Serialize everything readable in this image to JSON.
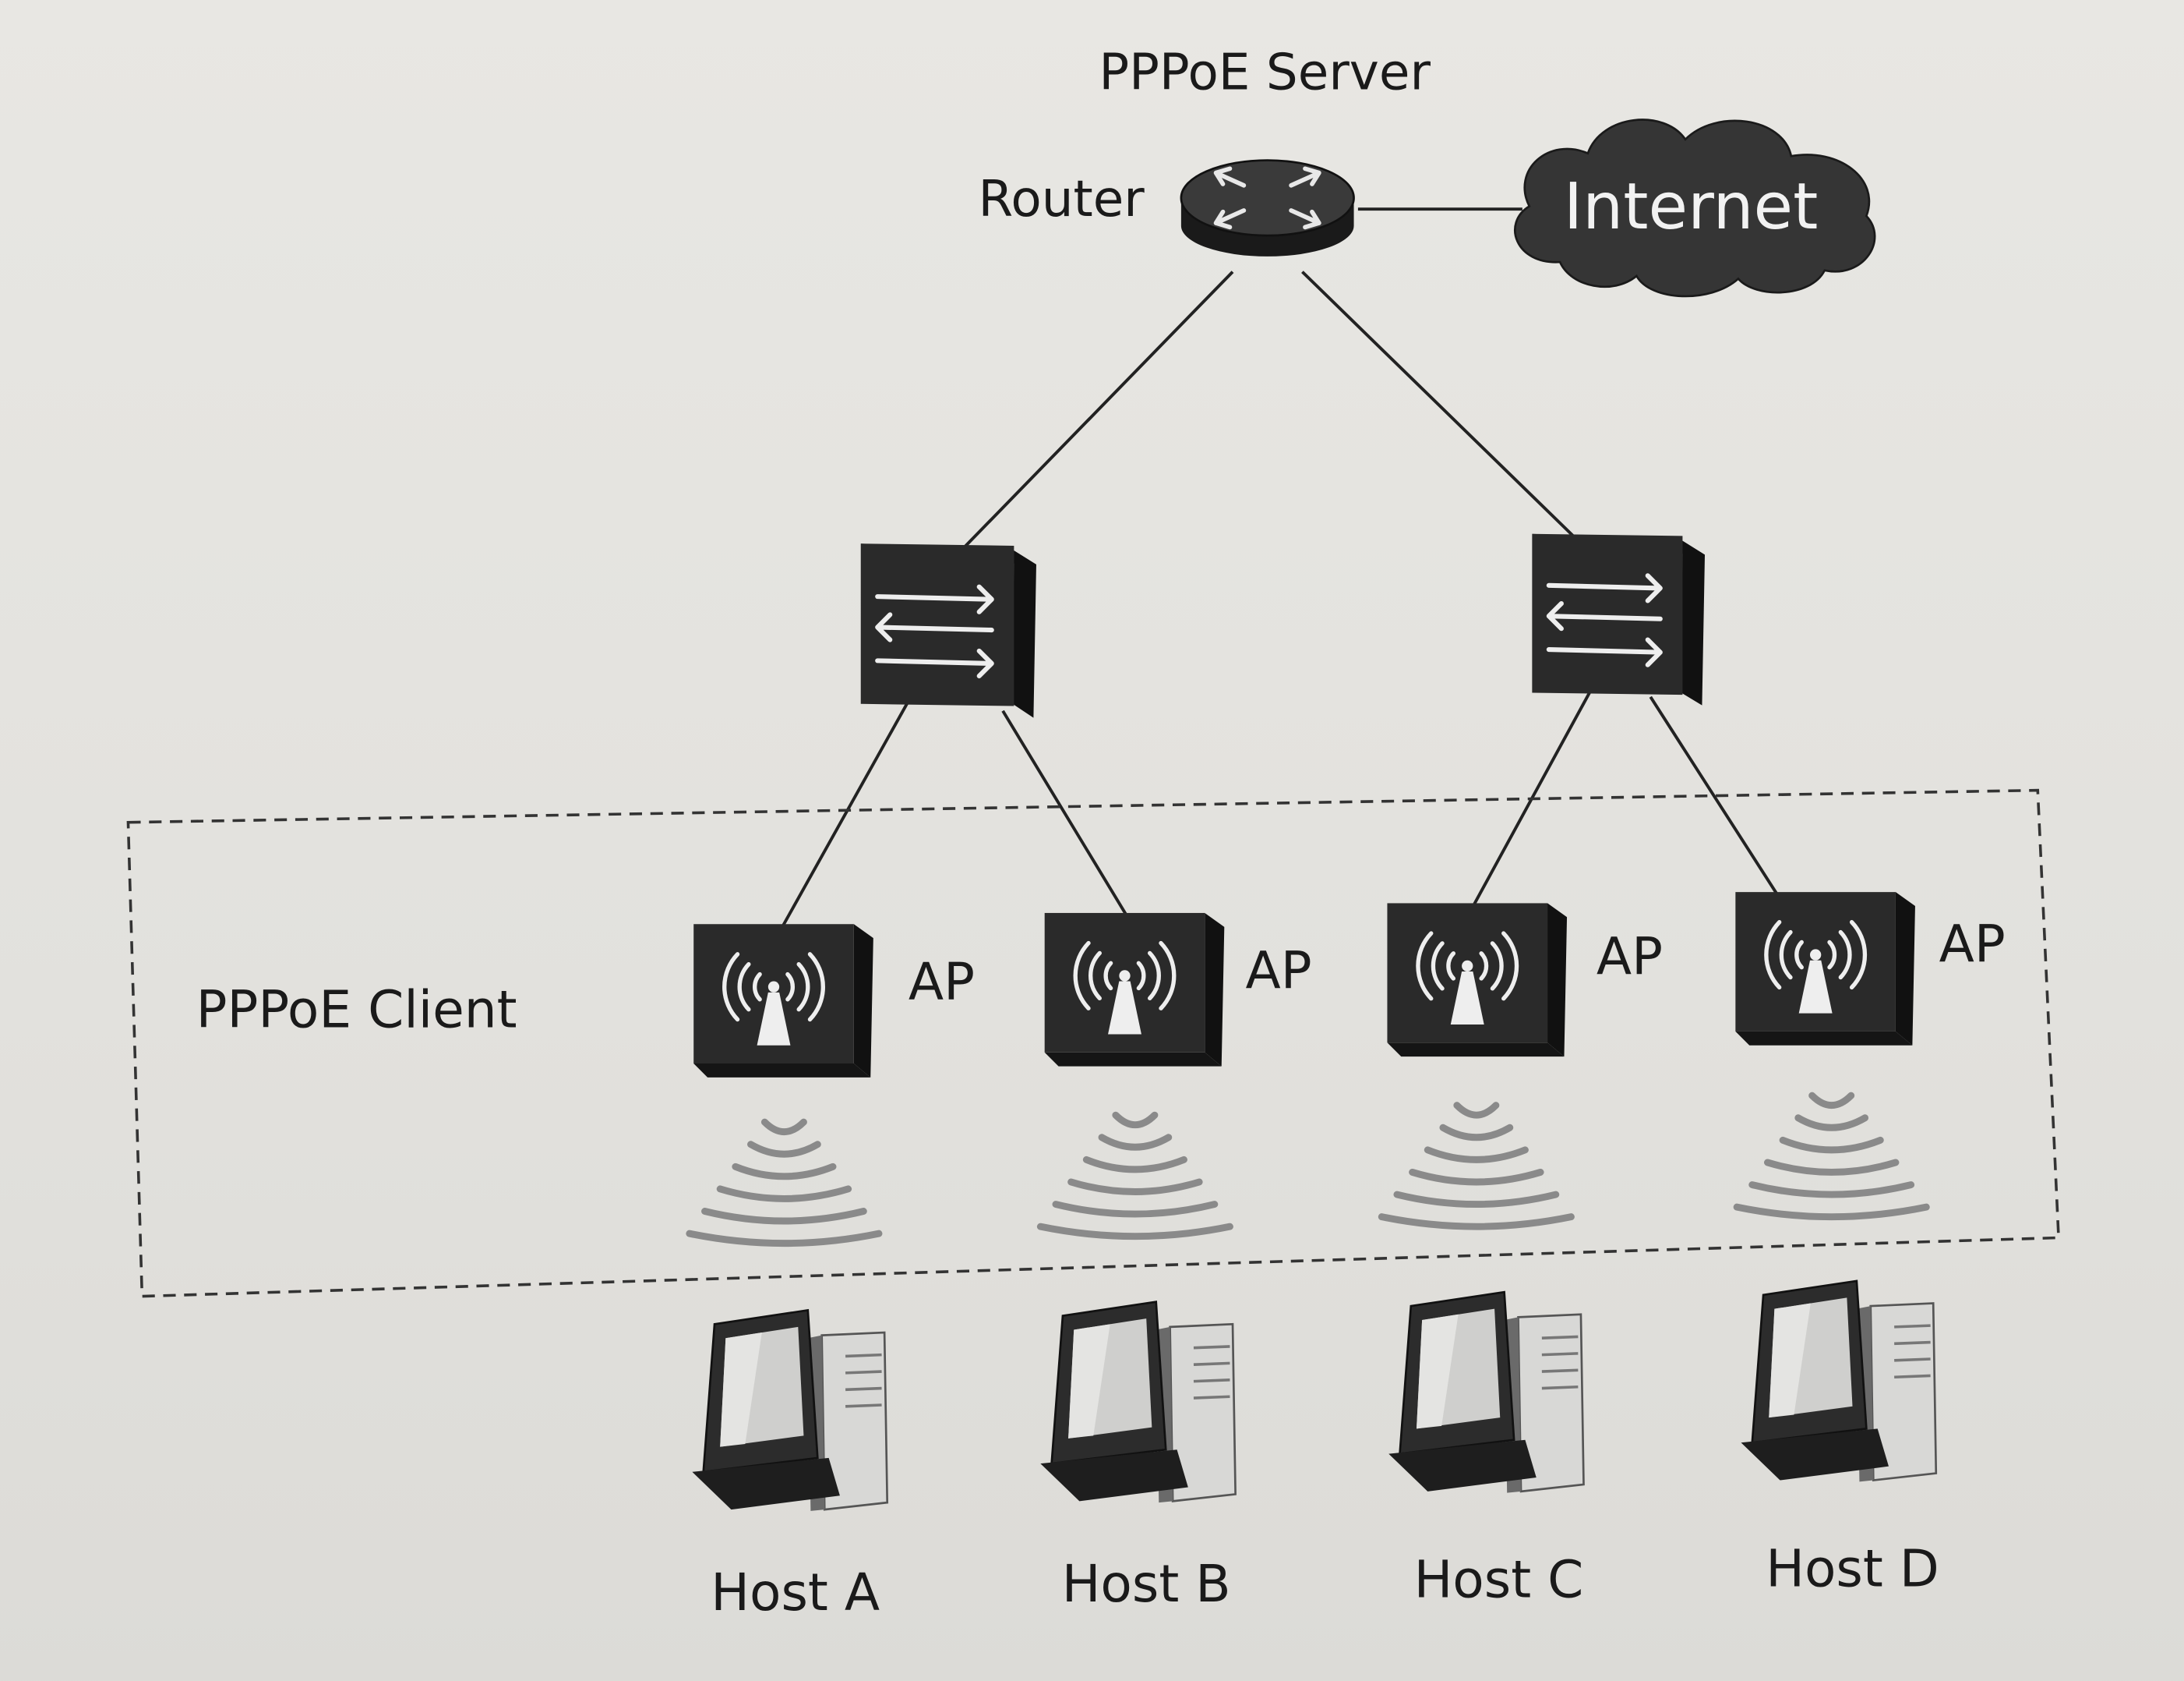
{
  "server_label": "PPPoE Server",
  "router_label": "Router",
  "internet_label": "Internet",
  "client_label": "PPPoE Client",
  "aps": [
    {
      "label": "AP"
    },
    {
      "label": "AP"
    },
    {
      "label": "AP"
    },
    {
      "label": "AP"
    }
  ],
  "hosts": [
    {
      "label": "Host A"
    },
    {
      "label": "Host B"
    },
    {
      "label": "Host C"
    },
    {
      "label": "Host D"
    }
  ],
  "colors": {
    "device_fill": "#2a2a2a",
    "device_side": "#151515",
    "cloud_fill": "#3a3a3a",
    "line": "#222222",
    "signal": "#8a8a8a",
    "background": "#e6e5e1"
  }
}
